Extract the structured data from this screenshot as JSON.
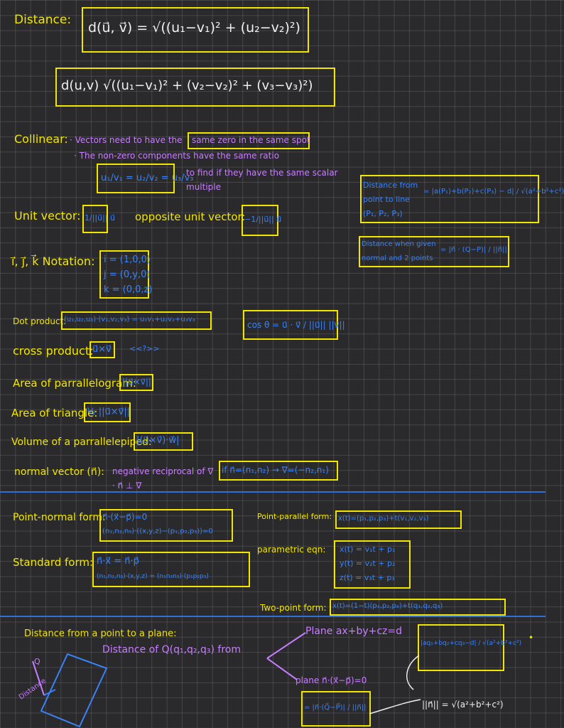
{
  "distance": {
    "label": "Distance:",
    "formula_2d": "d(u⃗, v⃗) = √((u₁−v₁)² + (u₂−v₂)²)",
    "formula_3d": "d(u,v) √((u₁−v₁)² + (v₂−v₂)² + (v₃−v₃)²)"
  },
  "collinear": {
    "label": "Collinear:",
    "line1": "· Vectors need to have the",
    "line1_boxed": "same zero in the same spot",
    "line2": "· The non-zero components have the same ratio",
    "ratio": "u₁/v₁ = u₂/v₂ = u₃/v₃",
    "note_line1": "to find if they have the same scalar",
    "note_line2": "multiple"
  },
  "distance_point_line": {
    "label_line1": "Distance from",
    "label_line2": "point to line",
    "label_line3": "(P₁, P₂, P₃)",
    "formula": "= |a(P₁)+b(P₂)+c(P₃) − d| / √(a²+b²+c²)"
  },
  "distance_normal_point": {
    "label_line1": "Distance when given",
    "label_line2": "normal and 2 points",
    "formula": "= |n⃗ · (Q−P)| / ||n⃗||"
  },
  "unit_vector": {
    "label": "Unit vector:",
    "formula": "1/||u⃗|| u⃗",
    "opposite_label": "opposite unit vector:",
    "opposite_formula": "−1/||u⃗|| u⃗"
  },
  "ijk": {
    "label": "i⃗, j⃗, k⃗ Notation:",
    "i": "i = (1,0,0)",
    "j": "j = (0,y,0)",
    "k": "k = (0,0,z)"
  },
  "dot_product": {
    "label": "Dot product:",
    "formula": "(u₁,u₂,u₃)·(v₁,v₂,v₃) = u₁v₁+u₂v₂+u₃v₃"
  },
  "cos": {
    "formula": "cos θ = u⃗ · v⃗ / ||u⃗|| ||v⃗||"
  },
  "cross_product": {
    "label": "cross product:",
    "formula": "u⃗×v⃗",
    "note": "<<?>>"
  },
  "area_parallelogram": {
    "label": "Area of parrallelogram:",
    "formula": "||u⃗×v⃗||"
  },
  "area_triangle": {
    "label": "Area of triangle:",
    "formula": "½ ||u⃗×v⃗||"
  },
  "volume": {
    "label": "Volume of a parrallelepiped:",
    "formula": "|(u⃗×v⃗)·w⃗|"
  },
  "normal_vector": {
    "label": "normal vector (n⃗):",
    "desc": "negative reciprocal of ∇",
    "formula": "if n⃗=(n₁,n₂) → ∇=(−n₂,n₁)",
    "perp": "· n⃗ ⊥ ∇"
  },
  "point_normal": {
    "label": "Point-normal form:",
    "line1": "n⃗·(x⃗−p⃗)=0",
    "line2": "(n₁,n₂,n₃)·((x,y,z)−(p₁,p₂,p₃))=0"
  },
  "point_parallel": {
    "label": "Point-parallel form:",
    "formula": "x(t)=(p₁,p₂,p₃)+t(v₁,v₂,v₃)"
  },
  "standard_form": {
    "label": "Standard form:",
    "line1": "n⃗·x⃗ = n⃗·p⃗",
    "line2": "(n₁,n₂,n₃)·(x,y,z) = (n₁n₂n₃)·(p₁p₂p₃)"
  },
  "parametric": {
    "label": "parametric eqn:",
    "x": "x(t) = v₁t + p₁",
    "y": "y(t) = v₂t + p₂",
    "z": "z(t) = v₃t + p₃"
  },
  "two_point": {
    "label": "Two-point form:",
    "formula": "x(t)=(1−t)(p₁,p₂,p₃)+t(q₁,q₂,q₃)"
  },
  "plane_distance": {
    "title": "Distance from a point to a plane:",
    "subtitle": "Distance of Q(q₁,q₂,q₃) from",
    "plane_eq": "Plane ax+by+cz=d",
    "plane_formula": "|aq₁+bq₂+cq₃−d| / √(a²+b²+c²)",
    "plane_normal": "plane n⃗·(x⃗−p⃗)=0",
    "normal_formula": "= |n⃗·(Q⃗−P⃗)| / ||n⃗||",
    "norm_def": "||n⃗|| = √(a²+b²+c²)",
    "diagram_q": "Q",
    "diagram_label": "Distance"
  },
  "colors": {
    "yellow": "#f2e600",
    "blue": "#3b82f6",
    "purple": "#c77dff",
    "rule": "#2f6fd6"
  }
}
